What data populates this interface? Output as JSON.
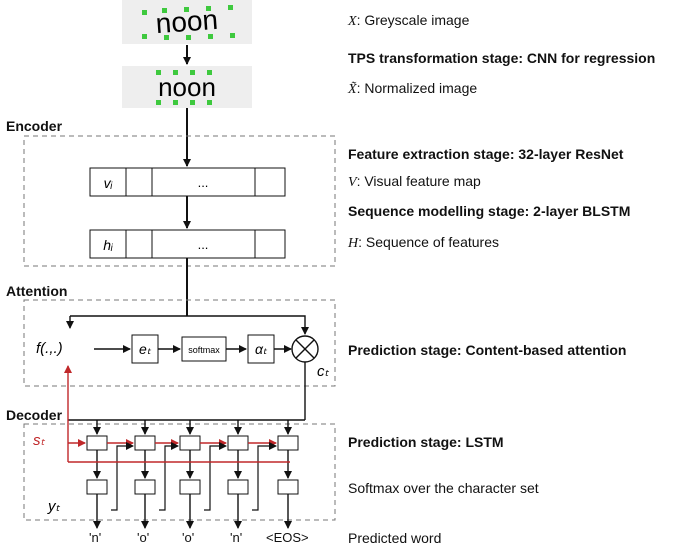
{
  "images": {
    "input_word": "noon",
    "normalized_word": "noon"
  },
  "sections": {
    "encoder": "Encoder",
    "attention": "Attention",
    "decoder": "Decoder"
  },
  "side_labels": {
    "x_sym": "X",
    "x_text": ": Greyscale image",
    "tps": "TPS transformation stage: CNN for regression",
    "xtilde_sym": "X̃",
    "xtilde_text": ": Normalized image",
    "feature": "Feature extraction stage: 32-layer ResNet",
    "v_sym": "V",
    "v_text": ": Visual feature map",
    "sequence": "Sequence modelling stage: 2-layer BLSTM",
    "h_sym": "H",
    "h_text": ": Sequence of features",
    "attention_stage": "Prediction stage: Content-based attention",
    "lstm_stage": "Prediction stage: LSTM",
    "softmax_text": "Softmax over the character set",
    "predicted": "Predicted word"
  },
  "blocks": {
    "v_cell": "vᵢ",
    "v_dots": "...",
    "h_cell": "hᵢ",
    "h_dots": "...",
    "f_func": "f(.,.)",
    "e_t": "eₜ",
    "softmax": "softmax",
    "alpha_t": "αₜ",
    "c_t": "cₜ",
    "s_t": "sₜ",
    "y_t": "yₜ"
  },
  "outputs": [
    "'n'",
    "'o'",
    "'o'",
    "'n'",
    "<EOS>"
  ],
  "colors": {
    "accent_red": "#c0282a",
    "landmark_green": "#3ec93e",
    "image_bg": "#eeeeee",
    "dash_border": "#777777"
  }
}
